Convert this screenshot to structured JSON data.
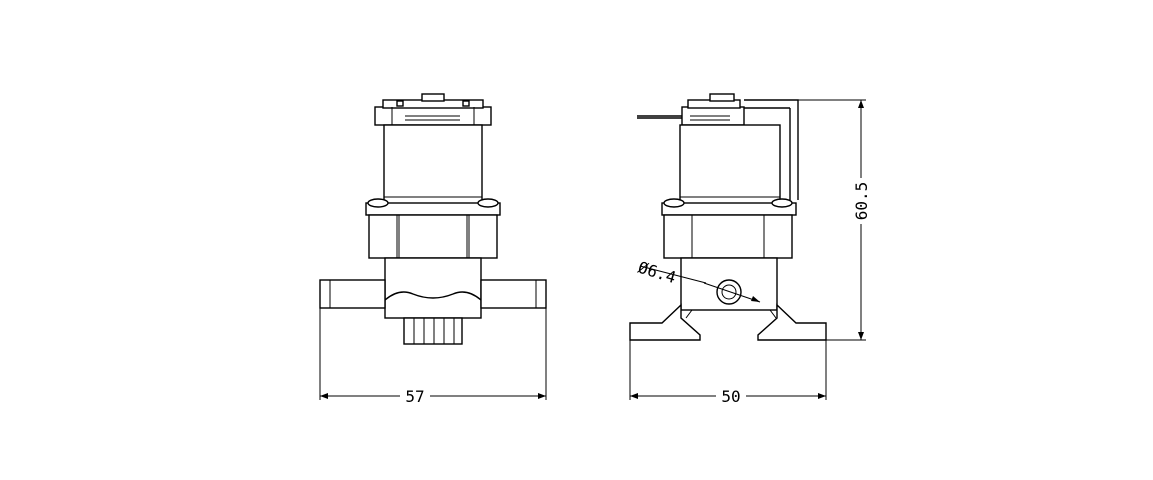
{
  "dimensions": {
    "front_width": "57",
    "side_width": "50",
    "height": "60.5",
    "port_diameter": "Ø6.4"
  }
}
